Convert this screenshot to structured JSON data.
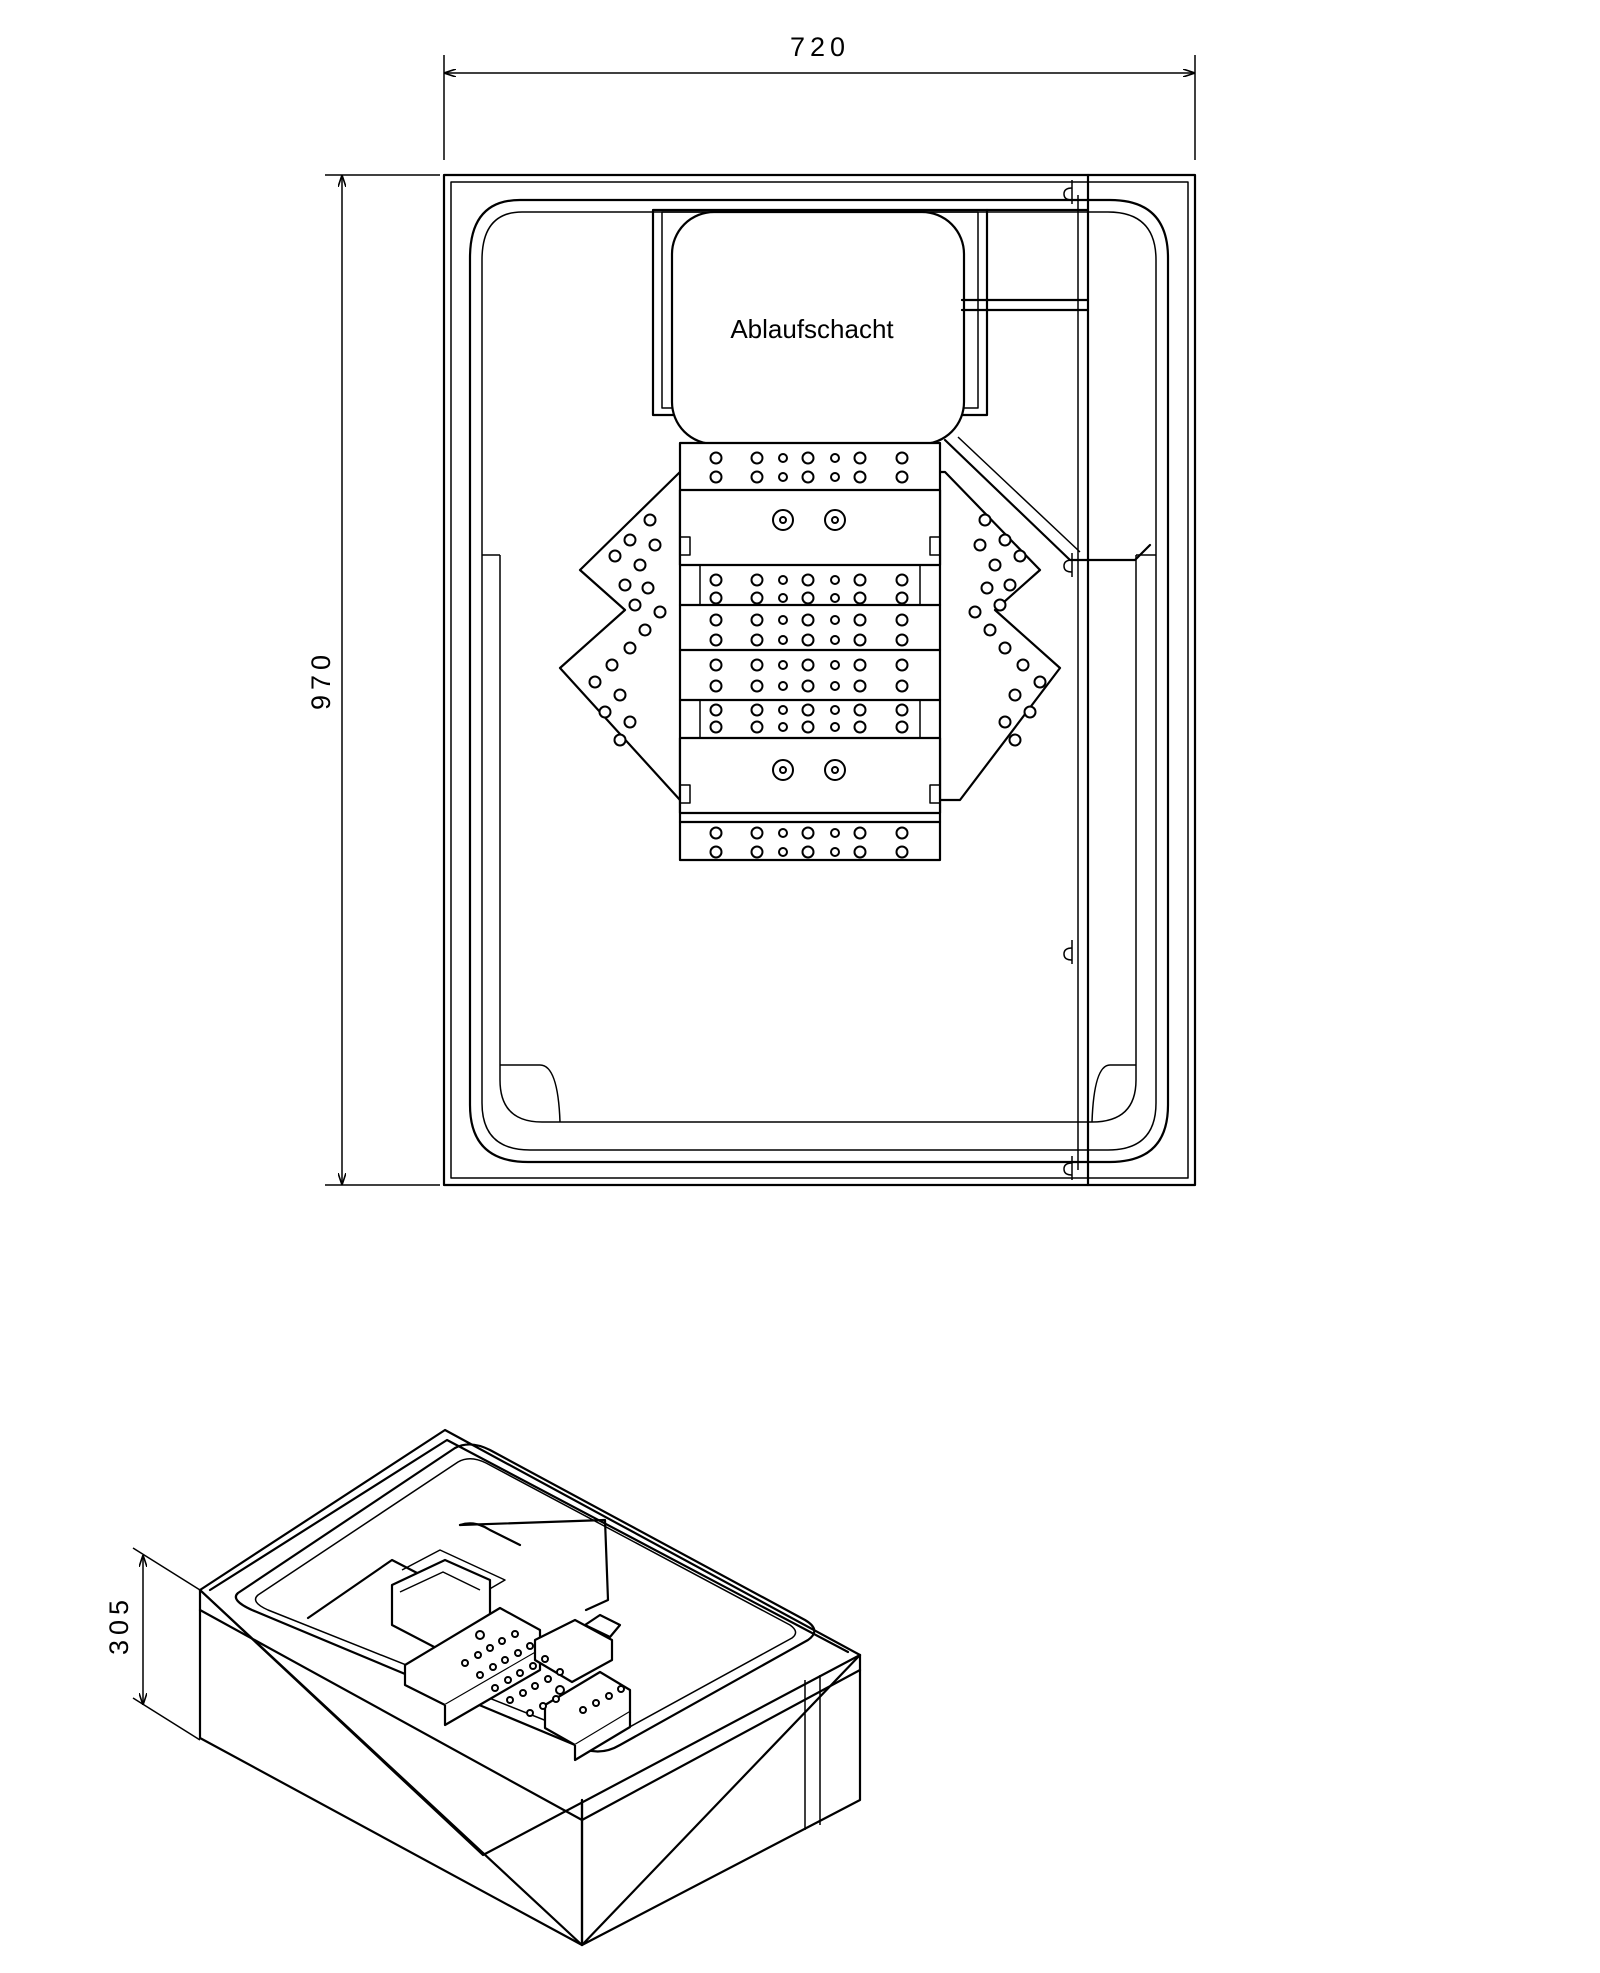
{
  "dimensions": {
    "width": "720",
    "length": "970",
    "height": "305"
  },
  "labels": {
    "drain_shaft": "Ablaufschacht"
  }
}
